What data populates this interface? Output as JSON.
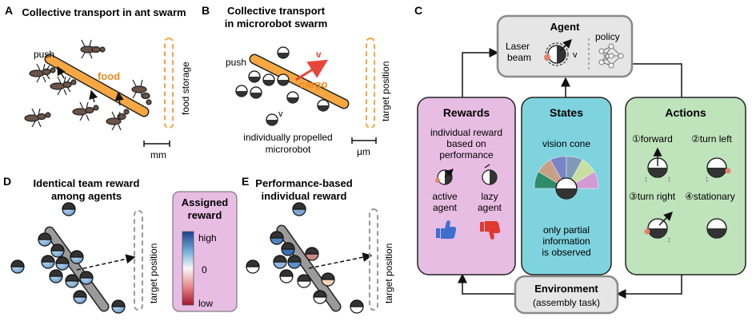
{
  "panelA": {
    "letter": "A",
    "title": "Collective transport in ant swarm",
    "push_label": "push",
    "object_label": "food",
    "side_label": "food storage",
    "scale_label": "mm"
  },
  "panelB": {
    "letter": "B",
    "title_line1": "Collective transport",
    "title_line2": "in microrobot swarm",
    "push_label": "push",
    "object_label": "cargo",
    "velocity_label": "v",
    "side_label": "target position",
    "robot_v_label": "v",
    "caption_line1": "individually propelled",
    "caption_line2": "microrobot",
    "scale_label": "μm"
  },
  "panelC": {
    "letter": "C",
    "agent": {
      "title": "Agent",
      "laser_line1": "Laser",
      "laser_line2": "beam",
      "v_label": "v",
      "policy_label": "policy"
    },
    "rewards": {
      "title": "Rewards",
      "desc_line1": "individual reward",
      "desc_line2": "based on",
      "desc_line3": "performance",
      "active_line1": "active",
      "active_line2": "agent",
      "lazy_line1": "lazy",
      "lazy_line2": "agent"
    },
    "states": {
      "title": "States",
      "cone_label": "vision cone",
      "note_line1": "only partial",
      "note_line2": "information",
      "note_line3": "is observed"
    },
    "actions": {
      "title": "Actions",
      "a1": "①forward",
      "a2": "②turn left",
      "a3": "③turn right",
      "a4": "④stationary"
    },
    "environment": {
      "title": "Environment",
      "subtitle": "(assembly task)"
    }
  },
  "panelD": {
    "letter": "D",
    "title_line1": "Identical team reward",
    "title_line2": "among agents",
    "side_label": "target position"
  },
  "legend": {
    "title_line1": "Assigned",
    "title_line2": "reward",
    "high": "high",
    "mid": "0",
    "low": "low",
    "colors": {
      "high": "#1f3f8c",
      "mid": "#f7f7f7",
      "low": "#a0172a"
    }
  },
  "panelE": {
    "letter": "E",
    "title_line1": "Performance-based",
    "title_line2": "individual reward",
    "side_label": "target position"
  },
  "colors": {
    "rewards_box": "#e8bde3",
    "states_box": "#7fd3df",
    "actions_box": "#bfe3bb",
    "agent_box": "#e6e6e6",
    "cargo": "#f5a742",
    "rod": "#9a9a9a",
    "arrow_red": "#e8463b",
    "dashed_orange": "#f5a742"
  }
}
